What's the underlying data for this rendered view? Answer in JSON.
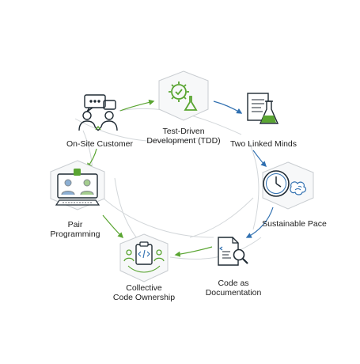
{
  "colors": {
    "ink": "#1f2a33",
    "green": "#5aa532",
    "blue": "#2f6fb0",
    "hex_stroke": "#c9cdd1",
    "hex_fill": "#f7f8f9",
    "curve": "#cfd3d6"
  },
  "nodes": [
    {
      "id": "tdd",
      "icon": "gear-flask-icon",
      "lines": [
        "Test-Driven",
        "Development (TDD)"
      ]
    },
    {
      "id": "two-linked-minds",
      "icon": "document-flask-icon",
      "lines": [
        "Two Linked Minds"
      ]
    },
    {
      "id": "sustainable-pace",
      "icon": "clock-brain-icon",
      "lines": [
        "Sustainable Pace"
      ]
    },
    {
      "id": "code-as-documentation",
      "icon": "code-document-magnifier-icon",
      "lines": [
        "Code as",
        "Documentation"
      ]
    },
    {
      "id": "collective-code-ownership",
      "icon": "code-clipboard-people-icon",
      "lines": [
        "Collective",
        "Code Ownership"
      ]
    },
    {
      "id": "pair-programming",
      "icon": "pair-programming-monitor-icon",
      "lines": [
        "Pair",
        "Programming"
      ]
    },
    {
      "id": "on-site-customer",
      "icon": "on-site-customer-icon",
      "lines": [
        "On-Site Customer"
      ]
    }
  ]
}
